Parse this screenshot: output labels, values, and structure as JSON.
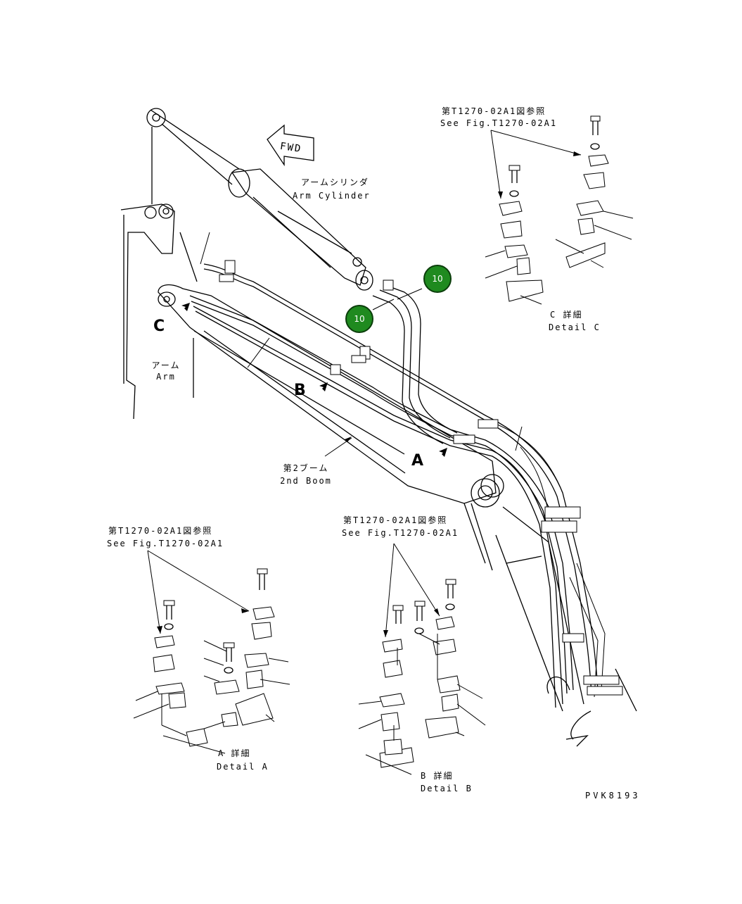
{
  "refs": {
    "detail_c": {
      "line1": "第T1270-02A1図参照",
      "line2": "See Fig.T1270-02A1"
    },
    "detail_a": {
      "line1": "第T1270-02A1図参照",
      "line2": "See Fig.T1270-02A1"
    },
    "detail_b": {
      "line1": "第T1270-02A1図参照",
      "line2": "See Fig.T1270-02A1"
    }
  },
  "labels": {
    "fwd": "FWD",
    "arm_cylinder_jp": "アームシリンダ",
    "arm_cylinder_en": "Arm Cylinder",
    "arm_jp": "アーム",
    "arm_en": "Arm",
    "boom_jp": "第2ブーム",
    "boom_en": "2nd Boom",
    "view_a": "A",
    "view_b": "B",
    "view_c": "C",
    "detail_a_jp": "A 詳細",
    "detail_a_en": "Detail A",
    "detail_b_jp": "B 詳細",
    "detail_b_en": "Detail B",
    "detail_c_jp": "C 詳細",
    "detail_c_en": "Detail C",
    "drawing_id": "PVK8193"
  },
  "callouts": [
    {
      "number": "10",
      "color": "#1f8a1f"
    },
    {
      "number": "10",
      "color": "#1f8a1f"
    }
  ]
}
